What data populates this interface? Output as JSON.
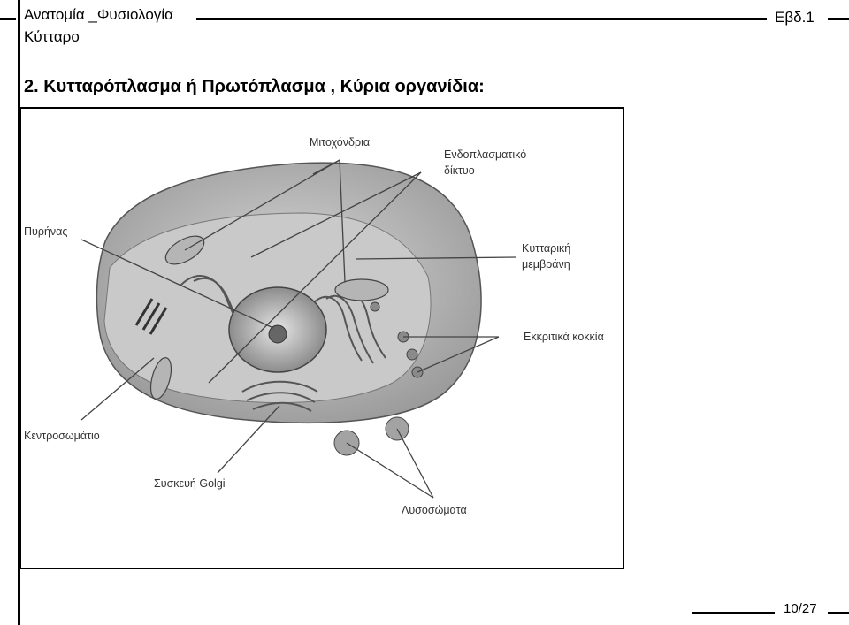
{
  "header": {
    "course": "Ανατομία _Φυσιολογία",
    "topic": "Κύτταρο",
    "week": "Εβδ.1"
  },
  "section": {
    "heading": "2. Κυτταρόπλασμα ή Πρωτόπλασμα , Κύρια οργανίδια:"
  },
  "figure": {
    "labels": {
      "mitochondria": "Μιτοχόνδρια",
      "er_line1": "Ενδοπλασματικό",
      "er_line2": "δίκτυο",
      "nucleus": "Πυρήνας",
      "membrane_line1": "Κυτταρική",
      "membrane_line2": "μεμβράνη",
      "secretory": "Εκκριτικά κοκκία",
      "centrosome": "Κεντροσωμάτιο",
      "golgi": "Συσκευή Golgi",
      "lysosomes": "Λυσοσώματα"
    }
  },
  "footer": {
    "page": "10/27"
  }
}
